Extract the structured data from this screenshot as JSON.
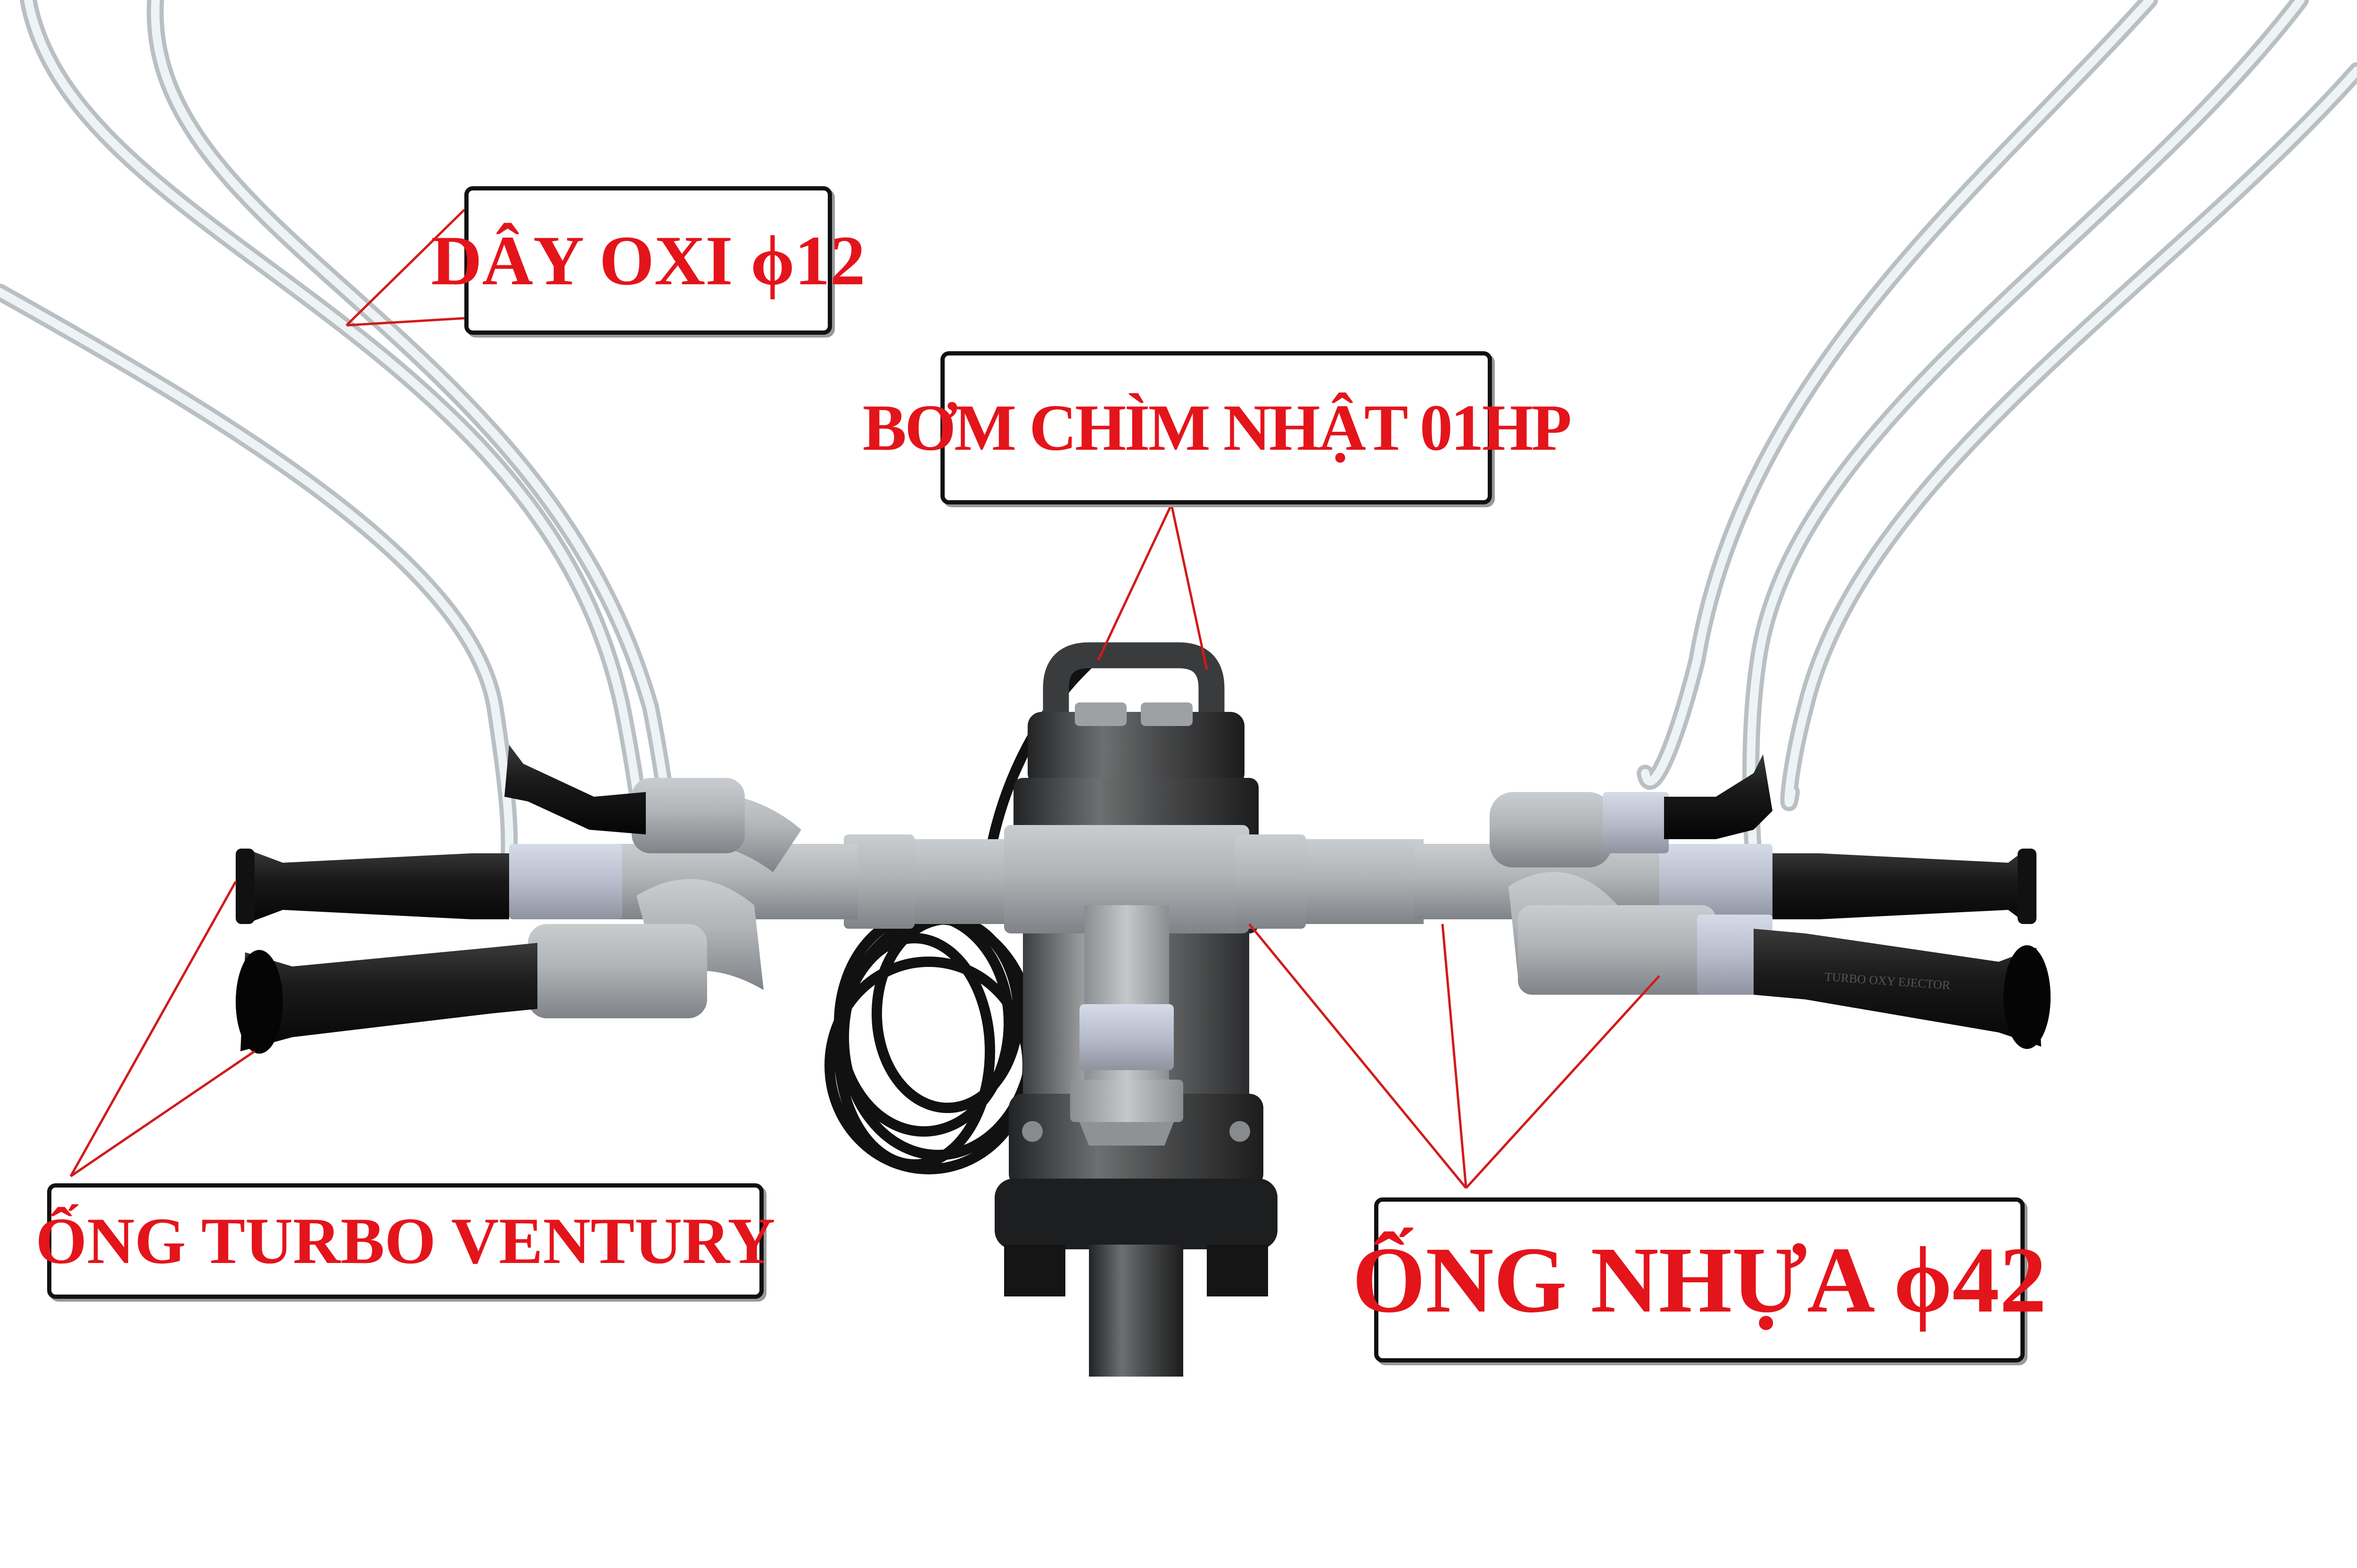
{
  "labels": {
    "oxygen_hose": "DÂY OXI ϕ12",
    "pump": "BƠM CHÌM NHẬT 01HP",
    "turbo_venturi": "ỐNG TURBO VENTURY",
    "plastic_pipe": "ỐNG NHỰA ϕ42"
  },
  "pipe_marking": "TURBO OXY EJECTOR",
  "colors": {
    "label_text": "#e4141b",
    "label_border": "#111111",
    "leader_line": "#d21a1a",
    "pvc_pipe": "#a9adb0",
    "nozzle": "#1a1a1a",
    "pump_body": "#3a3b3c",
    "hose": "#e8eef0"
  }
}
